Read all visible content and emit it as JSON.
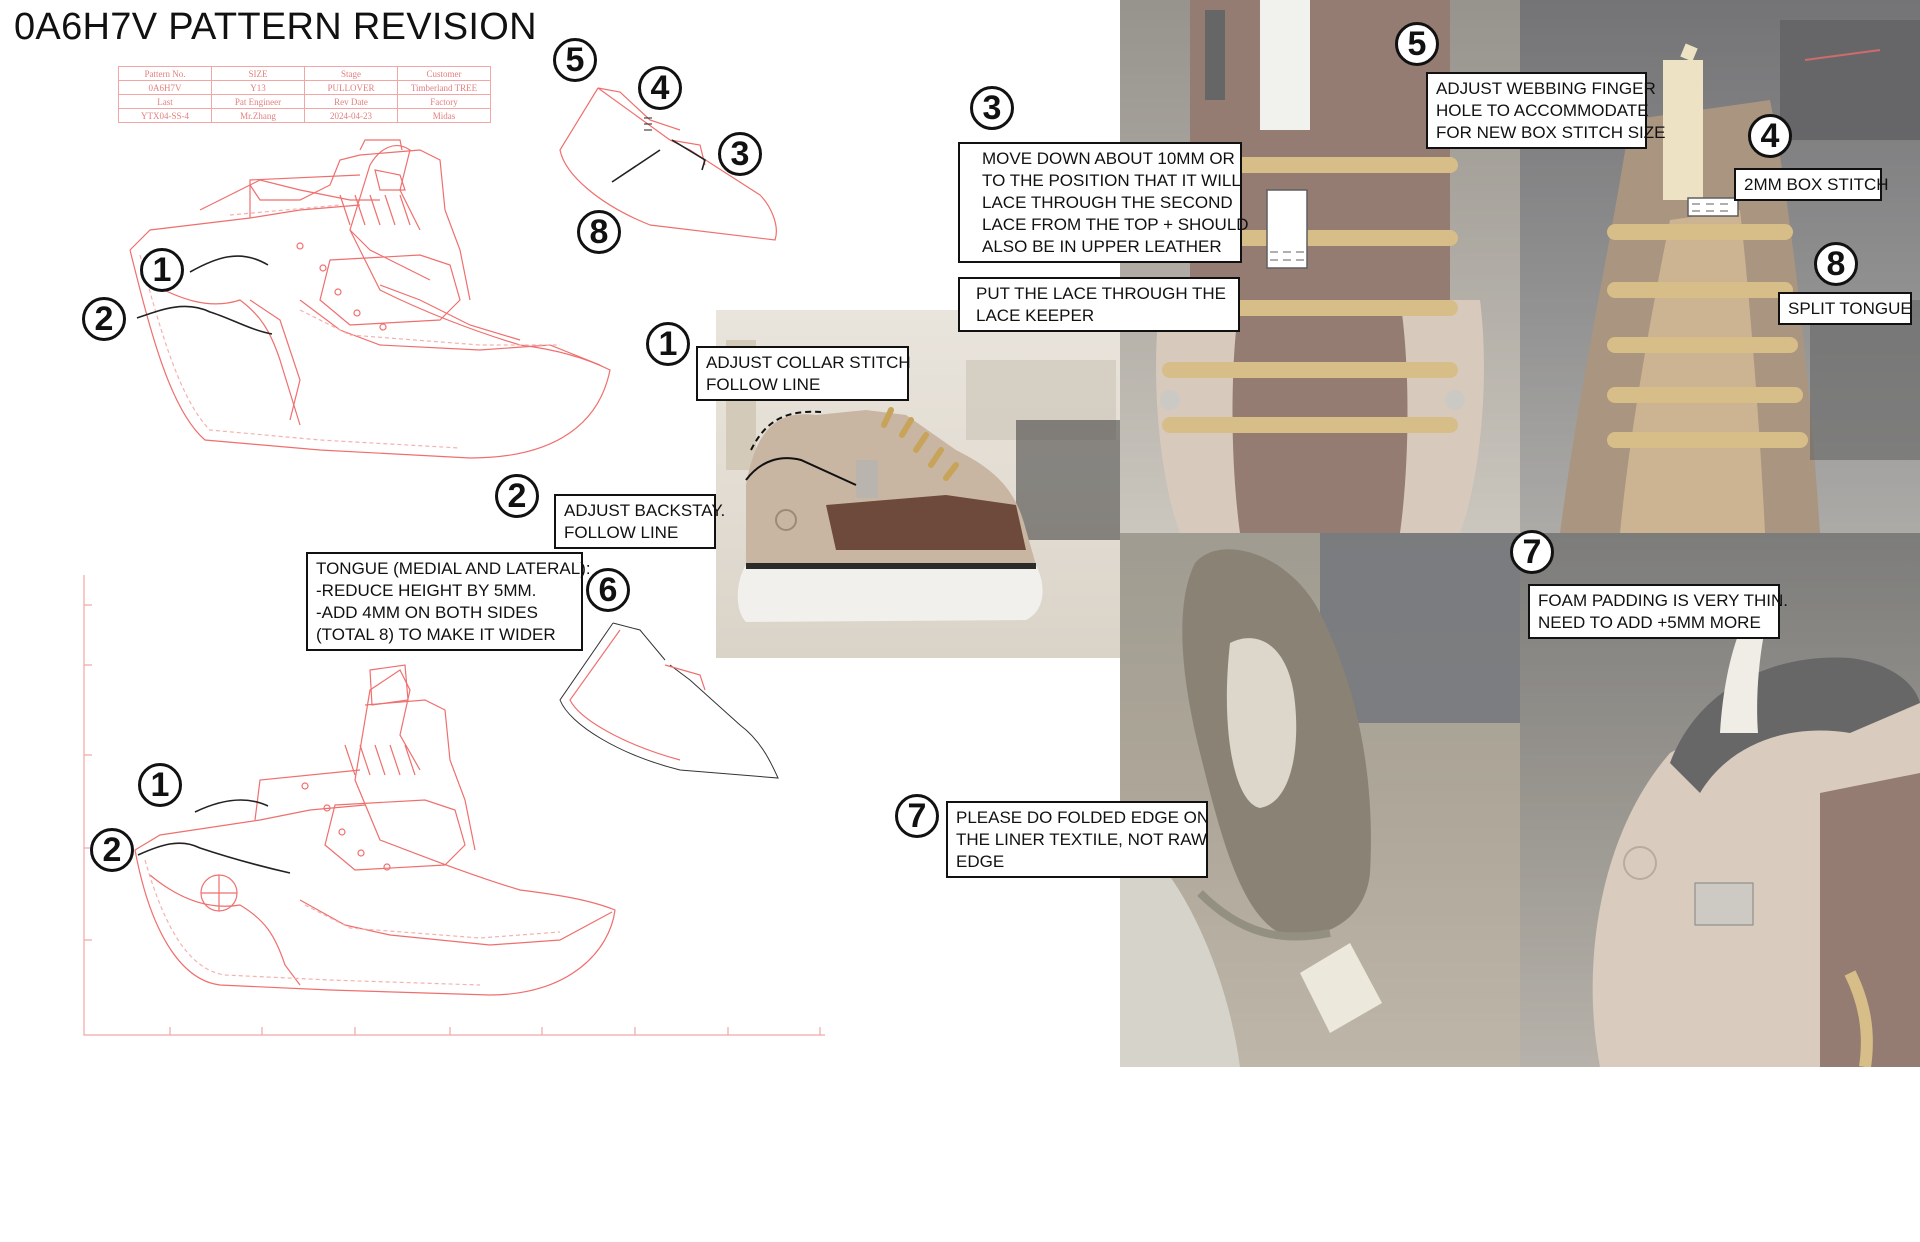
{
  "title": "0A6H7V PATTERN REVISION",
  "pattern_table": {
    "rows": [
      [
        "Pattern No.",
        "SIZE",
        "Stage",
        "Customer"
      ],
      [
        "0A6H7V",
        "Y13",
        "PULLOVER",
        "Timberland TREE"
      ],
      [
        "Last",
        "Pat Engineer",
        "Rev Date",
        "Factory"
      ],
      [
        "YTX04-SS-4",
        "Mr.Zhang",
        "2024-04-23",
        "Midas"
      ]
    ]
  },
  "callouts": {
    "c1": {
      "num": "1",
      "lines": [
        "ADJUST COLLAR STITCH",
        "FOLLOW LINE"
      ]
    },
    "c2": {
      "num": "2",
      "lines": [
        "ADJUST BACKSTAY.",
        "FOLLOW LINE"
      ]
    },
    "c3": {
      "num": "3",
      "lines": [
        "MOVE DOWN ABOUT 10MM OR",
        "TO THE POSITION THAT IT WILL",
        "LACE THROUGH THE SECOND",
        "LACE FROM THE TOP + SHOULD",
        "ALSO BE IN UPPER LEATHER"
      ]
    },
    "c3b": {
      "lines": [
        "PUT THE LACE THROUGH THE",
        "LACE KEEPER"
      ]
    },
    "c4": {
      "num": "4",
      "lines": [
        "2MM BOX STITCH"
      ]
    },
    "c5": {
      "num": "5",
      "lines": [
        "ADJUST WEBBING FINGER",
        "HOLE TO ACCOMMODATE",
        "FOR NEW BOX STITCH SIZE"
      ]
    },
    "c6": {
      "num": "6",
      "lines": [
        "TONGUE (MEDIAL AND LATERAL):",
        "-REDUCE HEIGHT BY 5MM.",
        "-ADD 4MM ON BOTH SIDES",
        "(TOTAL 8) TO MAKE IT WIDER"
      ]
    },
    "c7a": {
      "num": "7",
      "lines": [
        "PLEASE DO FOLDED EDGE ON",
        "THE LINER TEXTILE, NOT RAW",
        "EDGE"
      ]
    },
    "c7b": {
      "num": "7",
      "lines": [
        "FOAM PADDING IS VERY THIN.",
        "NEED TO ADD +5MM MORE"
      ]
    },
    "c8": {
      "num": "8",
      "lines": [
        "SPLIT TONGUE"
      ]
    }
  },
  "pattern_markers": {
    "top_1": "1",
    "top_2": "2",
    "bot_1": "1",
    "bot_2": "2",
    "tongue_3": "3",
    "tongue_4": "4",
    "tongue_5": "5",
    "tongue_8": "8"
  },
  "colors": {
    "pattern_line": "#ef6f6e",
    "pattern_light": "#f5b1b0",
    "ink": "#111111",
    "photo_suede": "#c8b6a3",
    "photo_brown": "#6d4a3c",
    "photo_lace": "#c8a45a",
    "photo_sole": "#f2f0ec"
  }
}
